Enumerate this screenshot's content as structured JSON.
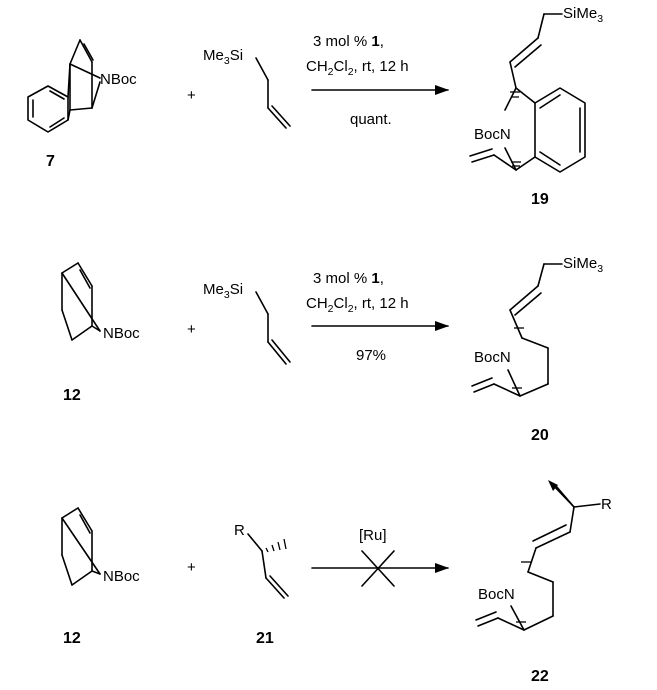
{
  "reactions": [
    {
      "substrate": {
        "number": "7",
        "group": "NBoc"
      },
      "plus": "+",
      "reagent": {
        "group_main": "Me",
        "group_sub": "3",
        "group_tail": "Si"
      },
      "conditions": {
        "line1_pre": "3 mol % ",
        "line1_bold": "1",
        "line1_post": ",",
        "line2_a": "CH",
        "line2_s1": "2",
        "line2_b": "Cl",
        "line2_s2": "2",
        "line2_c": ", rt, 12 h",
        "yield": "quant."
      },
      "product": {
        "number": "19",
        "group_top_main": "SiMe",
        "group_top_sub": "3",
        "group_n": "BocN"
      }
    },
    {
      "substrate": {
        "number": "12",
        "group": "NBoc"
      },
      "plus": "+",
      "reagent": {
        "group_main": "Me",
        "group_sub": "3",
        "group_tail": "Si"
      },
      "conditions": {
        "line1_pre": "3 mol % ",
        "line1_bold": "1",
        "line1_post": ",",
        "line2_a": "CH",
        "line2_s1": "2",
        "line2_b": "Cl",
        "line2_s2": "2",
        "line2_c": ", rt, 12 h",
        "yield": "97%"
      },
      "product": {
        "number": "20",
        "group_top_main": "SiMe",
        "group_top_sub": "3",
        "group_n": "BocN"
      }
    },
    {
      "substrate": {
        "number": "12",
        "group": "NBoc"
      },
      "plus": "+",
      "reagent": {
        "number": "21",
        "group": "R"
      },
      "conditions": {
        "catalyst": "[Ru]"
      },
      "product": {
        "number": "22",
        "group_top": "R",
        "group_n": "BocN"
      }
    }
  ]
}
